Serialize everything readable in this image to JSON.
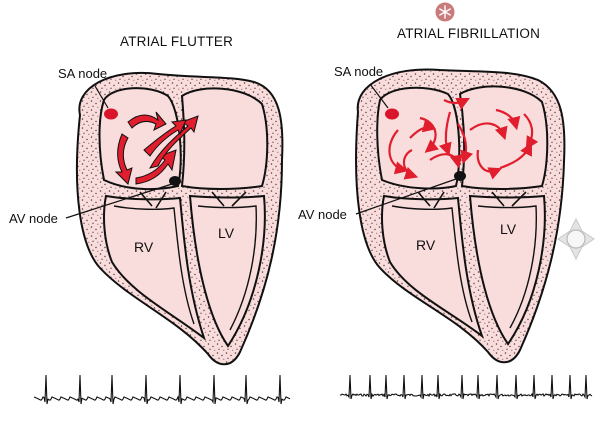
{
  "panels": [
    {
      "title": "ATRIAL FLUTTER",
      "sa_label": "SA node",
      "av_label": "AV node",
      "rv_label": "RV",
      "lv_label": "LV",
      "rhythm": "flutter"
    },
    {
      "title": "ATRIAL FIBRILLATION",
      "sa_label": "SA node",
      "av_label": "AV node",
      "rv_label": "RV",
      "lv_label": "LV",
      "rhythm": "fibrillation"
    }
  ],
  "colors": {
    "tissue": "#f9dcdc",
    "outline": "#111111",
    "impulse": "#e01e2d",
    "node": "#d8152a",
    "badge": "#c97b7b"
  },
  "icons": {
    "top_badge": "snowflake-badge-icon",
    "side_widget": "pan-navigation-icon"
  }
}
